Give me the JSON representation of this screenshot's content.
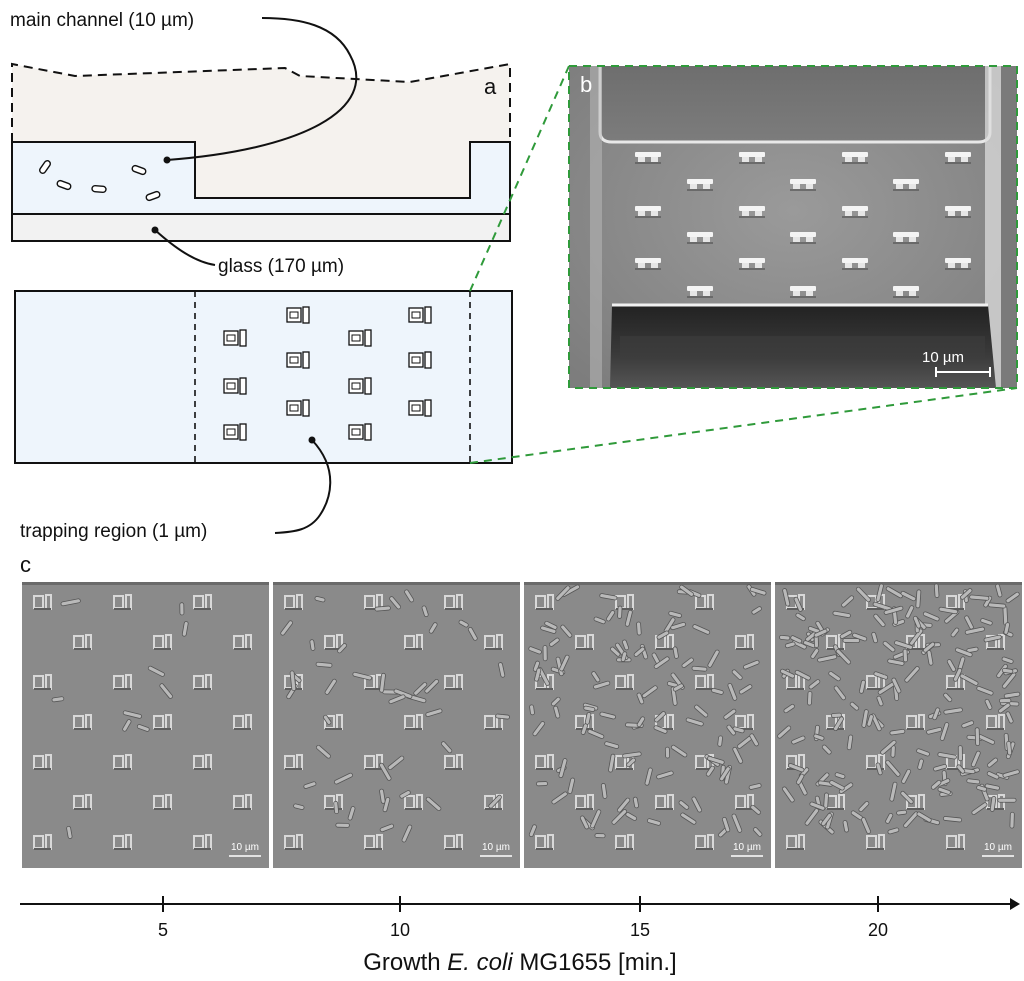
{
  "panel_a": {
    "letter": "a",
    "main_channel_label": "main channel (10 µm)",
    "glass_label": "glass (170 µm)",
    "trapping_label": "trapping region (1 µm)"
  },
  "panel_b": {
    "letter": "b",
    "scale_label": "10 µm"
  },
  "panel_c": {
    "letter": "c",
    "frames": [
      {
        "scale_label": "10 µm",
        "time": 5
      },
      {
        "scale_label": "10 µm",
        "time": 10
      },
      {
        "scale_label": "10 µm",
        "time": 15
      },
      {
        "scale_label": "10 µm",
        "time": 20
      }
    ],
    "ticks": [
      "5",
      "10",
      "15",
      "20"
    ],
    "axis_title_prefix": "Growth ",
    "axis_title_italic": "E. coli",
    "axis_title_suffix": " MG1655 [min.]"
  },
  "colors": {
    "channel_fill": "#eef5fc",
    "chip_fill": "#f5f2ee",
    "green_dash": "#2f9a3a",
    "micrograph_gray": "#8a8a8a"
  }
}
